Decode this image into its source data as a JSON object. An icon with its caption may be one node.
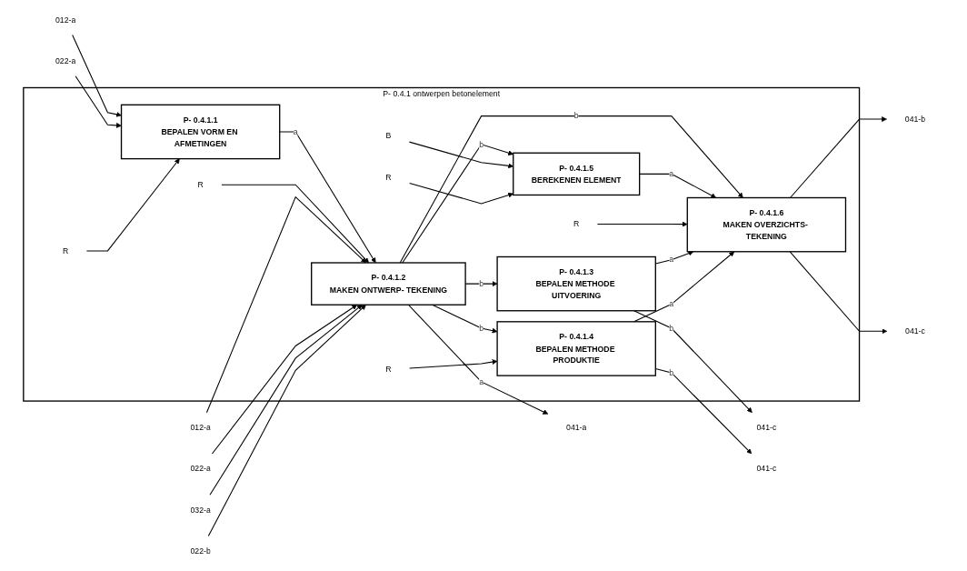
{
  "diagram": {
    "nodes": [
      {
        "text": [
          "P- 0.4.1 ontwerpen betonelement"
        ]
      },
      {
        "text": [
          "012-a"
        ]
      },
      {
        "text": [
          "022-a"
        ]
      },
      {
        "text": [
          "R"
        ],
        "in": 0
      },
      {
        "text": [
          "P- 0.4.1.1",
          "BEPALEN VORM EN AFMETINGEN"
        ],
        "in": 0
      },
      {
        "text": [
          "R"
        ],
        "in": 0
      },
      {
        "text": [
          "012-a"
        ]
      },
      {
        "text": [
          "022-a"
        ]
      },
      {
        "text": [
          "032-a"
        ]
      },
      {
        "text": [
          "022-b"
        ]
      },
      {
        "text": [
          "P- 0.4.1.2",
          "MAKEN ONTWERP- TEKENING"
        ],
        "in": 0
      },
      {
        "text": [
          "041-a"
        ]
      },
      {
        "text": [
          "B"
        ],
        "in": 0
      },
      {
        "text": [
          "R"
        ],
        "in": 0
      },
      {
        "text": [
          "P- 0.4.1.5",
          "BEREKENEN ELEMENT"
        ],
        "in": 0
      },
      {
        "text": [
          "R"
        ],
        "in": 0
      },
      {
        "text": [
          "P- 0.4.1.6",
          "MAKEN OVERZICHTS- TEKENING"
        ],
        "in": 0
      },
      {
        "text": [
          "041-b"
        ]
      },
      {
        "text": [
          "041-c"
        ]
      },
      {
        "text": [
          "P- 0.4.1.3",
          "BEPALEN METHODE UITVOERING"
        ],
        "in": 0
      },
      {
        "text": [
          "041-c"
        ]
      },
      {
        "text": [
          "R"
        ],
        "in": 0
      },
      {
        "text": [
          "P- 0.4.1.4",
          "BEPALEN METHODE PRODUKTIE"
        ],
        "in": 0
      },
      {
        "text": [
          "041-c"
        ]
      }
    ],
    "edges": [
      {
        "from": 1,
        "to": 4,
        "arrow": "to"
      },
      {
        "from": 2,
        "to": 4,
        "arrow": "to"
      },
      {
        "from": 3,
        "to": 4,
        "arrow": "to"
      },
      {
        "from": 4,
        "to": 10,
        "arrow": "to",
        "label": "a"
      },
      {
        "from": 5,
        "to": 10,
        "arrow": "to"
      },
      {
        "from": 6,
        "to": 10,
        "arrow": "to"
      },
      {
        "from": 7,
        "to": 10,
        "arrow": "to"
      },
      {
        "from": 8,
        "to": 10,
        "arrow": "to"
      },
      {
        "from": 9,
        "to": 10,
        "arrow": "to"
      },
      {
        "from": 10,
        "to": 11,
        "arrow": "to",
        "label": "a"
      },
      {
        "from": 10,
        "to": 14,
        "arrow": "to",
        "label": "b"
      },
      {
        "from": 10,
        "to": 16,
        "arrow": "to",
        "label": "b"
      },
      {
        "from": 10,
        "to": 19,
        "arrow": "to",
        "label": "b"
      },
      {
        "from": 10,
        "to": 22,
        "arrow": "to",
        "label": "b"
      },
      {
        "from": 12,
        "to": 14,
        "arrow": "to"
      },
      {
        "from": 13,
        "to": 14,
        "arrow": "to"
      },
      {
        "from": 14,
        "to": 16,
        "arrow": "to",
        "label": "a"
      },
      {
        "from": 15,
        "to": 16,
        "arrow": "to"
      },
      {
        "from": 16,
        "to": 17,
        "arrow": "to"
      },
      {
        "from": 16,
        "to": 18,
        "arrow": "to"
      },
      {
        "from": 19,
        "to": 16,
        "arrow": "to",
        "label": "a"
      },
      {
        "from": 19,
        "to": 20,
        "arrow": "to",
        "label": "b"
      },
      {
        "from": 21,
        "to": 22,
        "arrow": "to"
      },
      {
        "from": 22,
        "to": 16,
        "arrow": "to",
        "label": "a"
      },
      {
        "from": 22,
        "to": 23,
        "arrow": "to",
        "label": "b"
      }
    ]
  }
}
